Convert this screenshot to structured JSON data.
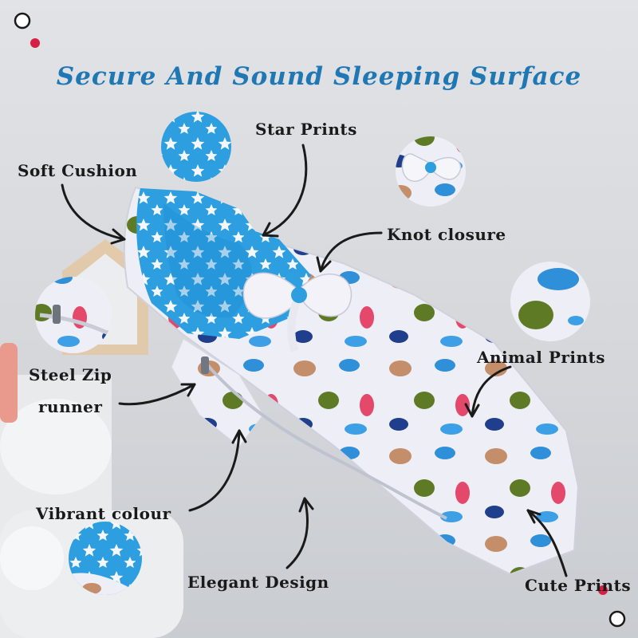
{
  "title": "Secure And Sound Sleeping Surface",
  "labels": {
    "star_prints": "Star Prints",
    "soft_cushion": "Soft Cushion",
    "knot_closure": "Knot closure",
    "animal_prints": "Animal Prints",
    "steel_zip": "Steel Zip",
    "runner": "runner",
    "vibrant_colour": "Vibrant colour",
    "elegant_design": "Elegant Design",
    "cute_prints": "Cute Prints"
  },
  "colors": {
    "title_blue": "#1f78b4",
    "fabric_blue": "#2d9ee0",
    "fabric_white": "#eeeef6",
    "background": "#d8dade",
    "accent_red": "#d61f45"
  }
}
